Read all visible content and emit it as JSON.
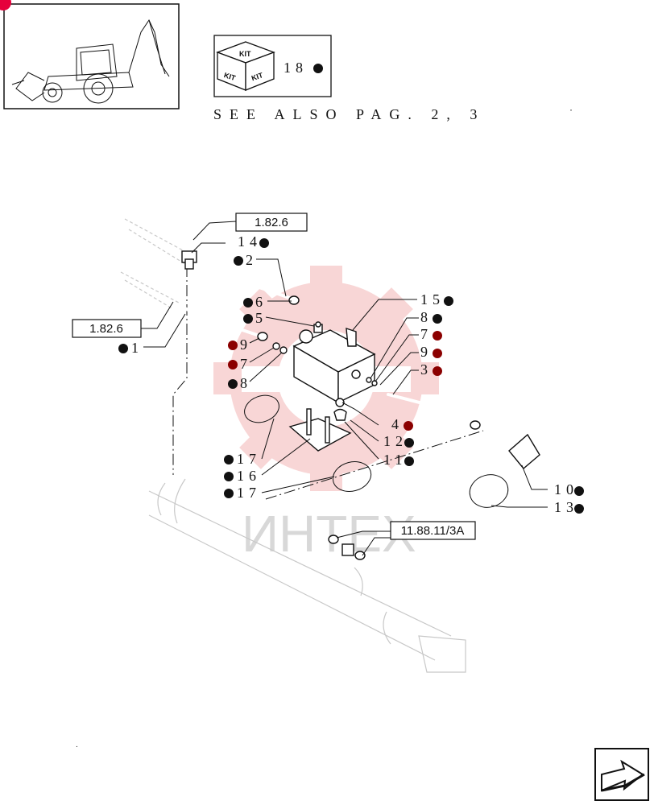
{
  "header": {
    "see_also": "SEE ALSO PAG. 2, 3",
    "kit_word": "KIT",
    "kit_callout": "18"
  },
  "references": {
    "ref_top": "1.82.6",
    "ref_left": "1.82.6",
    "ref_bottom": "11.88.11/3A"
  },
  "callouts": [
    {
      "id": "14",
      "text": "14"
    },
    {
      "id": "2",
      "text": "2"
    },
    {
      "id": "6",
      "text": "6"
    },
    {
      "id": "5",
      "text": "5"
    },
    {
      "id": "1",
      "text": "1"
    },
    {
      "id": "9L",
      "text": "9"
    },
    {
      "id": "7L",
      "text": "7"
    },
    {
      "id": "8L",
      "text": "8"
    },
    {
      "id": "15",
      "text": "15"
    },
    {
      "id": "8R",
      "text": "8"
    },
    {
      "id": "7R",
      "text": "7"
    },
    {
      "id": "9R",
      "text": "9"
    },
    {
      "id": "3",
      "text": "3"
    },
    {
      "id": "4",
      "text": "4"
    },
    {
      "id": "12",
      "text": "12"
    },
    {
      "id": "11",
      "text": "11"
    },
    {
      "id": "17a",
      "text": "17"
    },
    {
      "id": "16",
      "text": "16"
    },
    {
      "id": "17b",
      "text": "17"
    },
    {
      "id": "10",
      "text": "10"
    },
    {
      "id": "13",
      "text": "13"
    }
  ],
  "watermark": "ИНТЕХ",
  "colors": {
    "line": "#111111",
    "watermark_red": "#f2b0b0",
    "accent": "#e6003c"
  }
}
